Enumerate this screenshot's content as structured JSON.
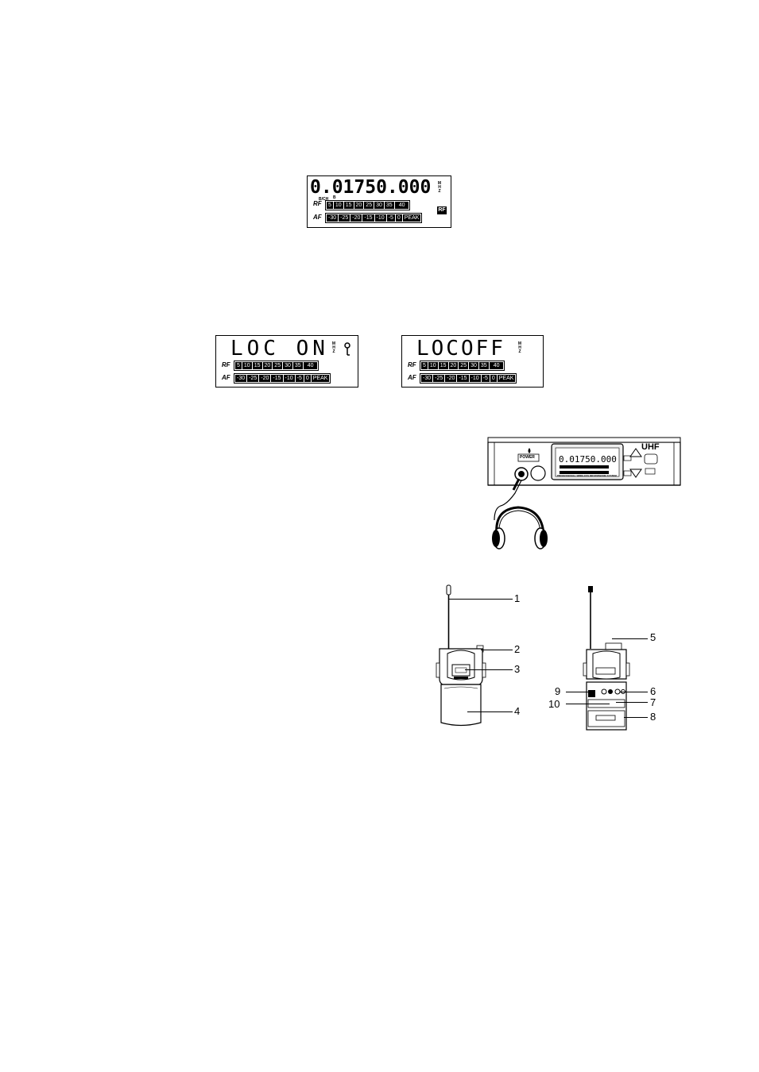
{
  "display_main": {
    "frequency": "0.01750.000",
    "unit": [
      "M",
      "H",
      "Z"
    ],
    "sub_labels": [
      "B/CH",
      "B"
    ],
    "rf_label": "RF",
    "af_label": "AF",
    "rf_scale": [
      "5",
      "10",
      "15",
      "20",
      "25",
      "30",
      "35",
      "40"
    ],
    "af_scale": [
      "-30",
      "-25",
      "-20",
      "-15",
      "-10",
      "-5",
      "0",
      "PEAK"
    ],
    "rf_icon": "RF"
  },
  "display_loc_on": {
    "text": "LOC ON",
    "unit": [
      "M",
      "H",
      "Z"
    ],
    "rf_label": "RF",
    "af_label": "AF",
    "rf_scale": [
      "5",
      "10",
      "15",
      "20",
      "25",
      "30",
      "35",
      "40"
    ],
    "af_scale": [
      "-30",
      "-25",
      "-20",
      "-15",
      "-10",
      "-5",
      "0",
      "PEAK"
    ],
    "icon": "key-icon"
  },
  "display_loc_off": {
    "text": "LOCOFF",
    "unit": [
      "M",
      "H",
      "Z"
    ],
    "rf_label": "RF",
    "af_label": "AF",
    "rf_scale": [
      "5",
      "10",
      "15",
      "20",
      "25",
      "30",
      "35",
      "40"
    ],
    "af_scale": [
      "-30",
      "-25",
      "-20",
      "-15",
      "-10",
      "-5",
      "0",
      "PEAK"
    ]
  },
  "receiver": {
    "power_label": "POWER",
    "freq": "0.01750.000",
    "brand": "UHF",
    "footer": "PROFESSIONAL WIRELESS MICROPHONE SYSTEM"
  },
  "callouts": [
    "1",
    "2",
    "3",
    "4",
    "5",
    "6",
    "7",
    "8",
    "9",
    "10"
  ]
}
